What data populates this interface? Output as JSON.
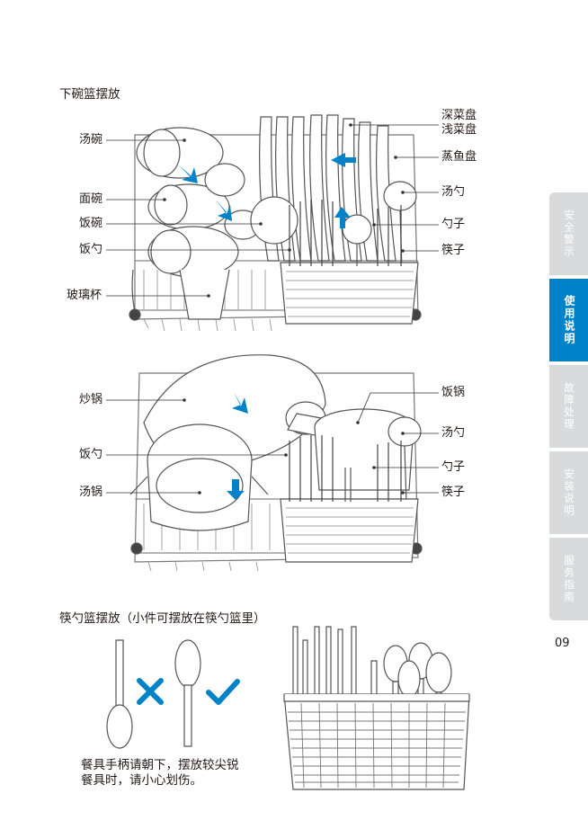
{
  "sections": {
    "lower_rack_title": "下碗篮摆放",
    "upper_rack_title": "",
    "cutlery_title": "筷勺篮摆放（小件可摆放在筷勺篮里）"
  },
  "lower_rack": {
    "left_labels": [
      "汤碗",
      "面碗",
      "饭碗",
      "饭勺",
      "玻璃杯"
    ],
    "right_labels": [
      "深菜盘",
      "浅菜盘",
      "蒸鱼盘",
      "汤勺",
      "勺子",
      "筷子"
    ]
  },
  "middle_rack": {
    "left_labels": [
      "炒锅",
      "饭勺",
      "汤锅"
    ],
    "right_labels": [
      "饭锅",
      "汤勺",
      "勺子",
      "筷子"
    ]
  },
  "cutlery": {
    "note_line1": "餐具手柄请朝下，摆放较尖锐",
    "note_line2": "餐具时，请小心划伤。",
    "wrong_icon": "cross-icon",
    "right_icon": "check-icon"
  },
  "side_tabs": [
    {
      "label": "安全警示",
      "active": false
    },
    {
      "label": "使用说明",
      "active": true
    },
    {
      "label": "故障处理",
      "active": false
    },
    {
      "label": "安装说明",
      "active": false
    },
    {
      "label": "服务指南",
      "active": false
    }
  ],
  "page_number": "09",
  "colors": {
    "accent": "#0082c8",
    "tab_inactive": "#d9dadb",
    "line": "#4a4a4a",
    "text": "#231815"
  }
}
